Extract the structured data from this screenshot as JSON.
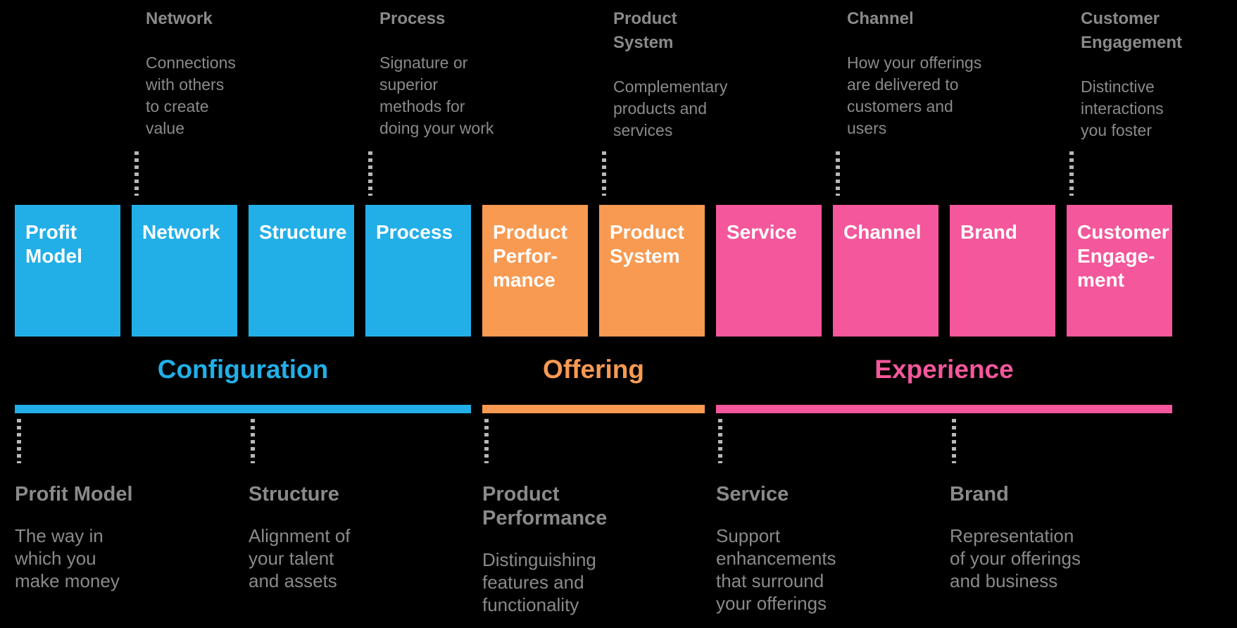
{
  "diagram": {
    "background_color": "#000000",
    "colors": {
      "configuration_blue": "#22AFE8",
      "offering_orange": "#F89A52",
      "experience_pink": "#F4579B",
      "annotation_gray": "#8A8A8A",
      "connector_gray": "#B8B8B8",
      "box_text_white": "#FFFFFF"
    },
    "top_annotations": [
      {
        "heading_lines": [
          "Network"
        ],
        "body_lines": [
          "Connections",
          "with others",
          "to create",
          "value"
        ]
      },
      {
        "heading_lines": [
          "Process"
        ],
        "body_lines": [
          "Signature or",
          "superior",
          "methods for",
          "doing your work"
        ]
      },
      {
        "heading_lines": [
          "Product",
          "System"
        ],
        "body_lines": [
          "Complementary",
          "products and",
          "services"
        ]
      },
      {
        "heading_lines": [
          "Channel"
        ],
        "body_lines": [
          "How your offerings",
          "are delivered to",
          "customers and",
          "users"
        ]
      },
      {
        "heading_lines": [
          "Customer",
          "Engagement"
        ],
        "body_lines": [
          "Distinctive",
          "interactions",
          "you foster"
        ]
      }
    ],
    "boxes": [
      {
        "label_lines": [
          "Profit",
          "Model"
        ],
        "group": "configuration",
        "color": "#22AFE8"
      },
      {
        "label_lines": [
          "Network"
        ],
        "group": "configuration",
        "color": "#22AFE8"
      },
      {
        "label_lines": [
          "Structure"
        ],
        "group": "configuration",
        "color": "#22AFE8"
      },
      {
        "label_lines": [
          "Process"
        ],
        "group": "configuration",
        "color": "#22AFE8"
      },
      {
        "label_lines": [
          "Product",
          "Perfor-",
          "mance"
        ],
        "group": "offering",
        "color": "#F89A52"
      },
      {
        "label_lines": [
          "Product",
          "System"
        ],
        "group": "offering",
        "color": "#F89A52"
      },
      {
        "label_lines": [
          "Service"
        ],
        "group": "experience",
        "color": "#F4579B"
      },
      {
        "label_lines": [
          "Channel"
        ],
        "group": "experience",
        "color": "#F4579B"
      },
      {
        "label_lines": [
          "Brand"
        ],
        "group": "experience",
        "color": "#F4579B"
      },
      {
        "label_lines": [
          "Customer",
          "Engage-",
          "ment"
        ],
        "group": "experience",
        "color": "#F4579B"
      }
    ],
    "categories": [
      {
        "label": "Configuration",
        "color": "#22AFE8"
      },
      {
        "label": "Offering",
        "color": "#F89A52"
      },
      {
        "label": "Experience",
        "color": "#F4579B"
      }
    ],
    "bottom_annotations": [
      {
        "heading_lines": [
          "Profit Model"
        ],
        "body_lines": [
          "The way in",
          "which you",
          "make money"
        ]
      },
      {
        "heading_lines": [
          "Structure"
        ],
        "body_lines": [
          "Alignment of",
          "your talent",
          "and assets"
        ]
      },
      {
        "heading_lines": [
          "Product",
          "Performance"
        ],
        "body_lines": [
          "Distinguishing",
          "features and",
          "functionality"
        ]
      },
      {
        "heading_lines": [
          "Service"
        ],
        "body_lines": [
          "Support",
          "enhancements",
          "that surround",
          "your offerings"
        ]
      },
      {
        "heading_lines": [
          "Brand"
        ],
        "body_lines": [
          "Representation",
          "of your offerings",
          "and business"
        ]
      }
    ]
  }
}
